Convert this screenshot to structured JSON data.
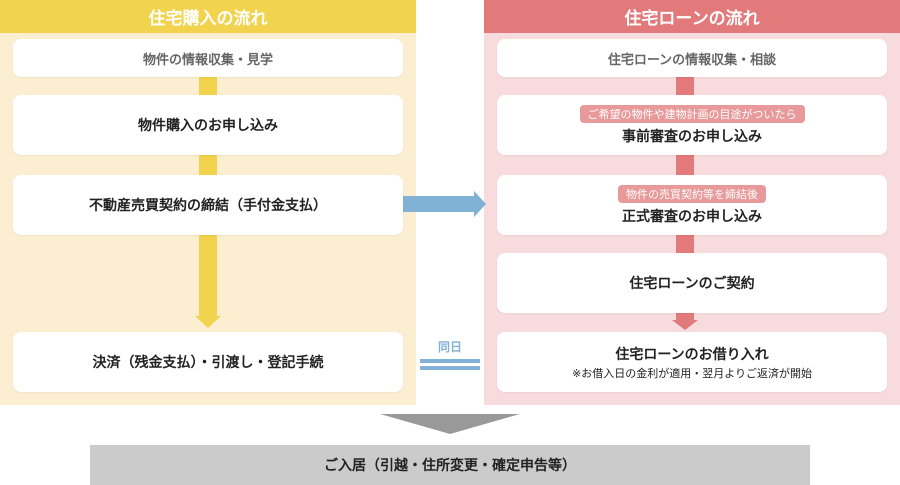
{
  "colors": {
    "purchase_header": "#f2d34e",
    "purchase_bg": "#fcefd1",
    "loan_header": "#e27a7b",
    "loan_bg": "#f8dcdd",
    "link_arrow": "#82b1d6",
    "final_bg": "#cbcbcb",
    "final_arrow": "#999999"
  },
  "purchase_flow": {
    "title": "住宅購入の流れ",
    "steps": [
      {
        "label": "物件の情報収集・見学"
      },
      {
        "label": "物件購入のお申し込み"
      },
      {
        "label": "不動産売買契約の締結（手付金支払）"
      },
      {
        "label": "決済（残金支払）・引渡し・登記手続"
      }
    ]
  },
  "loan_flow": {
    "title": "住宅ローンの流れ",
    "steps": [
      {
        "label": "住宅ローンの情報収集・相談"
      },
      {
        "badge": "ご希望の物件や建物計画の目途がついたら",
        "label": "事前審査のお申し込み"
      },
      {
        "badge": "物件の売買契約等を締結後",
        "label": "正式審査のお申し込み"
      },
      {
        "label": "住宅ローンのご契約"
      },
      {
        "label": "住宅ローンのお借り入れ",
        "note": "※お借入日の金利が適用・翌月よりご返済が開始"
      }
    ]
  },
  "connector": {
    "same_day_label": "同日"
  },
  "final": {
    "label": "ご入居（引越・住所変更・確定申告等）"
  }
}
